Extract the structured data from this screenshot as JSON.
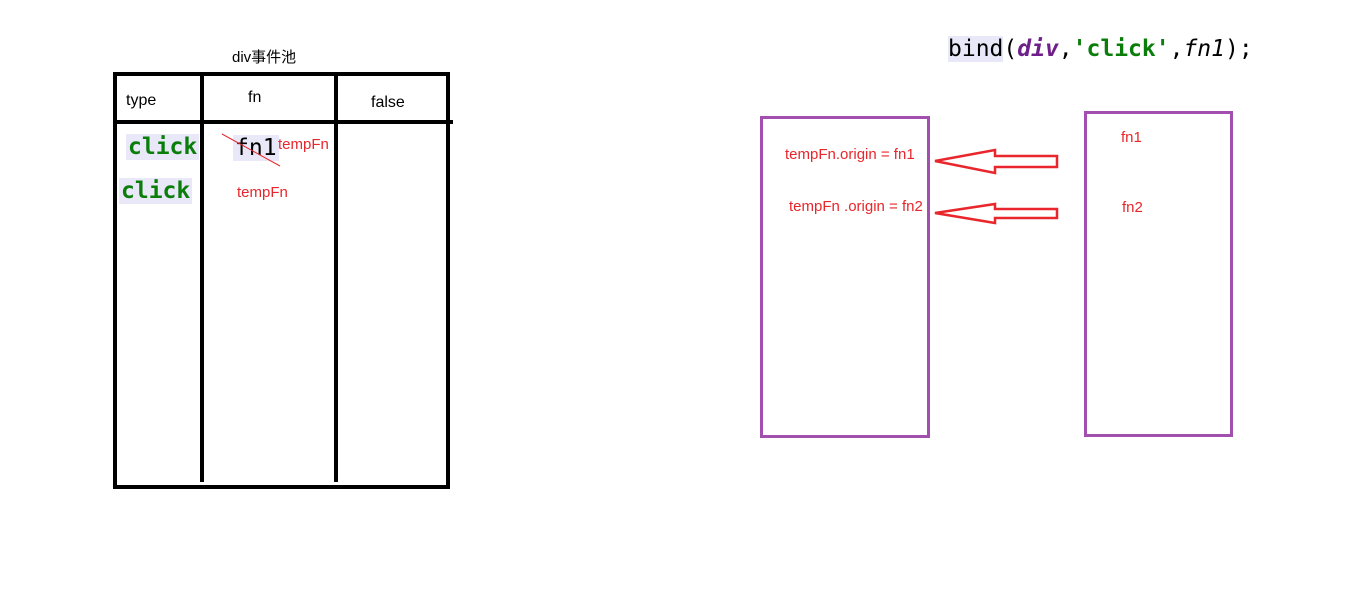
{
  "event_pool": {
    "title": "div事件池",
    "headers": {
      "type": "type",
      "fn": "fn",
      "useCapture": "false"
    },
    "rows": [
      {
        "type": "click",
        "fn": "fn1",
        "replacement": "tempFn"
      },
      {
        "type": "click",
        "fn": "tempFn"
      }
    ]
  },
  "code": {
    "func": "bind",
    "open": "(",
    "arg1": "div",
    "sep1": ",",
    "arg2": "'click'",
    "sep2": ",",
    "arg3": "fn1",
    "close": ");"
  },
  "wrapper_box": {
    "entries": [
      {
        "name": "tempFn",
        "assign": ".origin = fn1"
      },
      {
        "name": "tempFn",
        "assign": ".origin = fn2"
      }
    ]
  },
  "original_box": {
    "entries": [
      "fn1",
      "fn2"
    ]
  },
  "colors": {
    "annotation": "#e8262b",
    "box_border": "#a24fb0",
    "keyword_green": "#0b7d0b",
    "keyword_purple": "#6f1f8a"
  }
}
